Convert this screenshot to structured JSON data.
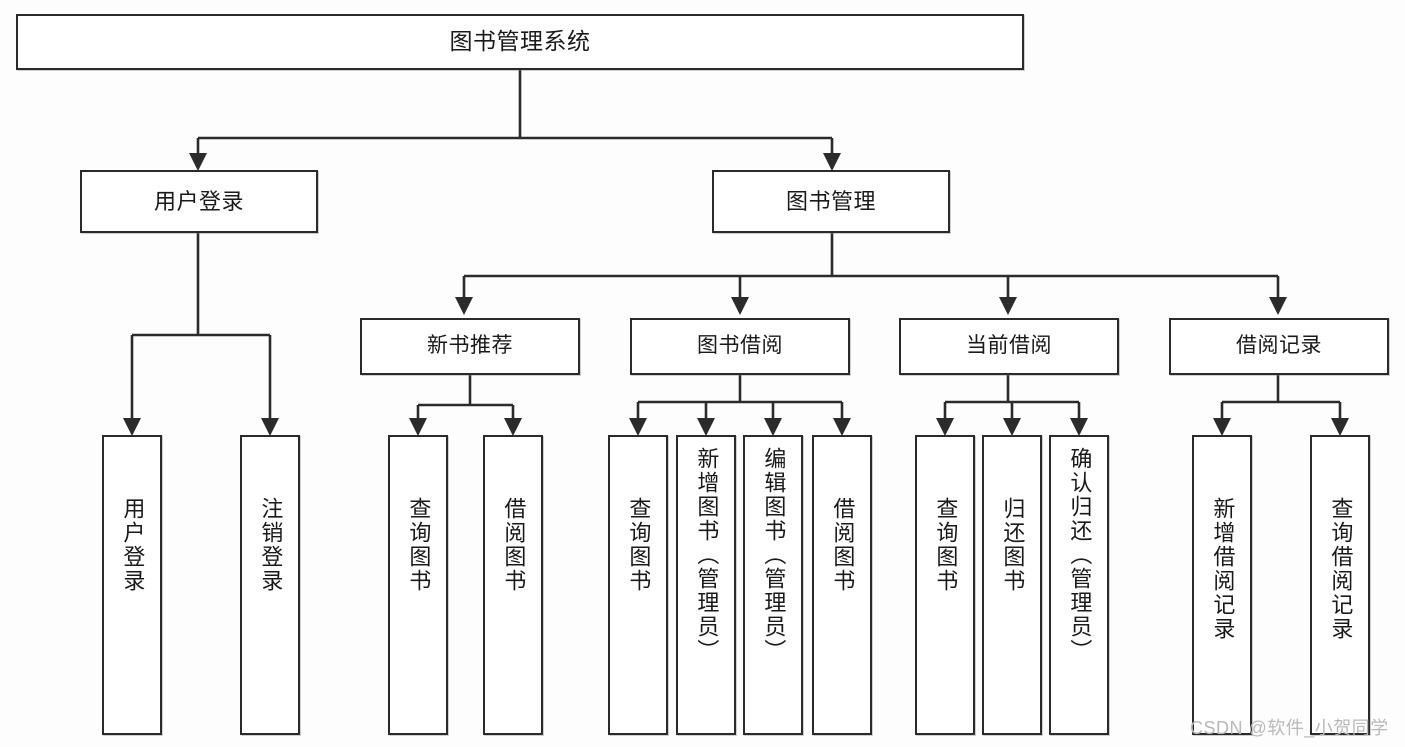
{
  "diagram": {
    "type": "tree-hierarchy",
    "title": "图书管理系统",
    "watermark": "CSDN @软件_小贺同学",
    "colors": {
      "background": "#fdfdfd",
      "node_fill": "#ffffff",
      "node_stroke": "#2b2b2b",
      "text": "#1a1a1a",
      "watermark": "#b9b9b9"
    },
    "nodes": {
      "root": {
        "label": "图书管理系统",
        "level": 1
      },
      "user_login": {
        "label": "用户登录",
        "level": 2
      },
      "book_mgmt": {
        "label": "图书管理",
        "level": 2
      },
      "new_book_rec": {
        "label": "新书推荐",
        "level": 3
      },
      "book_borrow": {
        "label": "图书借阅",
        "level": 3
      },
      "current_borrow": {
        "label": "当前借阅",
        "level": 3
      },
      "borrow_record": {
        "label": "借阅记录",
        "level": 3
      },
      "leaf_user_login": {
        "label": "用户登录",
        "level": 4
      },
      "leaf_logout": {
        "label": "注销登录",
        "level": 4
      },
      "leaf_query_book_1": {
        "label": "查询图书",
        "level": 4
      },
      "leaf_borrow_book_1": {
        "label": "借阅图书",
        "level": 4
      },
      "leaf_query_book_2": {
        "label": "查询图书",
        "level": 4
      },
      "leaf_add_book": {
        "label": "新增图书（管理员）",
        "level": 4
      },
      "leaf_edit_book": {
        "label": "编辑图书（管理员）",
        "level": 4
      },
      "leaf_borrow_book_2": {
        "label": "借阅图书",
        "level": 4
      },
      "leaf_query_book_3": {
        "label": "查询图书",
        "level": 4
      },
      "leaf_return_book": {
        "label": "归还图书",
        "level": 4
      },
      "leaf_confirm_return": {
        "label": "确认归还（管理员）",
        "level": 4
      },
      "leaf_add_record": {
        "label": "新增借阅记录",
        "level": 4
      },
      "leaf_query_record": {
        "label": "查询借阅记录",
        "level": 4
      }
    },
    "edges": [
      {
        "from": "root",
        "to": "user_login"
      },
      {
        "from": "root",
        "to": "book_mgmt"
      },
      {
        "from": "user_login",
        "to": "leaf_user_login"
      },
      {
        "from": "user_login",
        "to": "leaf_logout"
      },
      {
        "from": "book_mgmt",
        "to": "new_book_rec"
      },
      {
        "from": "book_mgmt",
        "to": "book_borrow"
      },
      {
        "from": "book_mgmt",
        "to": "current_borrow"
      },
      {
        "from": "book_mgmt",
        "to": "borrow_record"
      },
      {
        "from": "new_book_rec",
        "to": "leaf_query_book_1"
      },
      {
        "from": "new_book_rec",
        "to": "leaf_borrow_book_1"
      },
      {
        "from": "book_borrow",
        "to": "leaf_query_book_2"
      },
      {
        "from": "book_borrow",
        "to": "leaf_add_book"
      },
      {
        "from": "book_borrow",
        "to": "leaf_edit_book"
      },
      {
        "from": "book_borrow",
        "to": "leaf_borrow_book_2"
      },
      {
        "from": "current_borrow",
        "to": "leaf_query_book_3"
      },
      {
        "from": "current_borrow",
        "to": "leaf_return_book"
      },
      {
        "from": "current_borrow",
        "to": "leaf_confirm_return"
      },
      {
        "from": "borrow_record",
        "to": "leaf_add_record"
      },
      {
        "from": "borrow_record",
        "to": "leaf_query_record"
      }
    ]
  }
}
